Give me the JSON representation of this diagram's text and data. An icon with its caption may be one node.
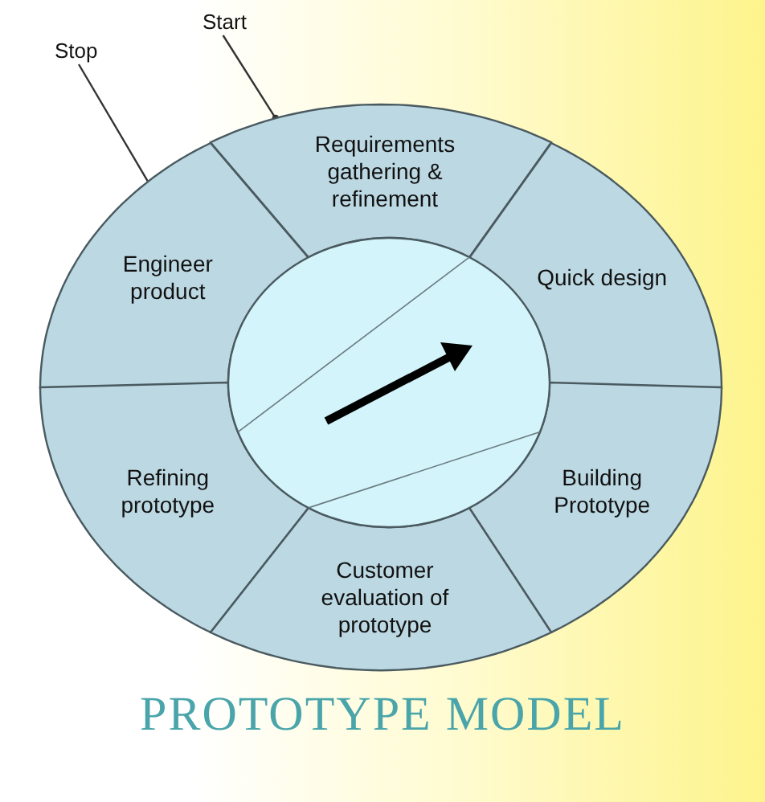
{
  "diagram": {
    "title": "PROTOTYPE MODEL",
    "nodes": [
      {
        "text": [
          "Stop"
        ]
      },
      {
        "text": [
          "Start"
        ]
      },
      {
        "text": [
          "Requirements gathering & refinement"
        ]
      },
      {
        "text": [
          "Engineer product"
        ]
      },
      {
        "text": [
          "Quick design"
        ]
      },
      {
        "text": [
          "Refining prototype"
        ]
      },
      {
        "text": [
          "Building Prototype"
        ]
      },
      {
        "text": [
          "Customer evaluation of prototype"
        ]
      },
      {
        "text": [],
        "shape": "circle"
      }
    ],
    "edges": [
      {
        "from": 0,
        "to": 3,
        "arrow": "none"
      },
      {
        "from": 1,
        "to": 2,
        "arrow": "other"
      }
    ]
  }
}
